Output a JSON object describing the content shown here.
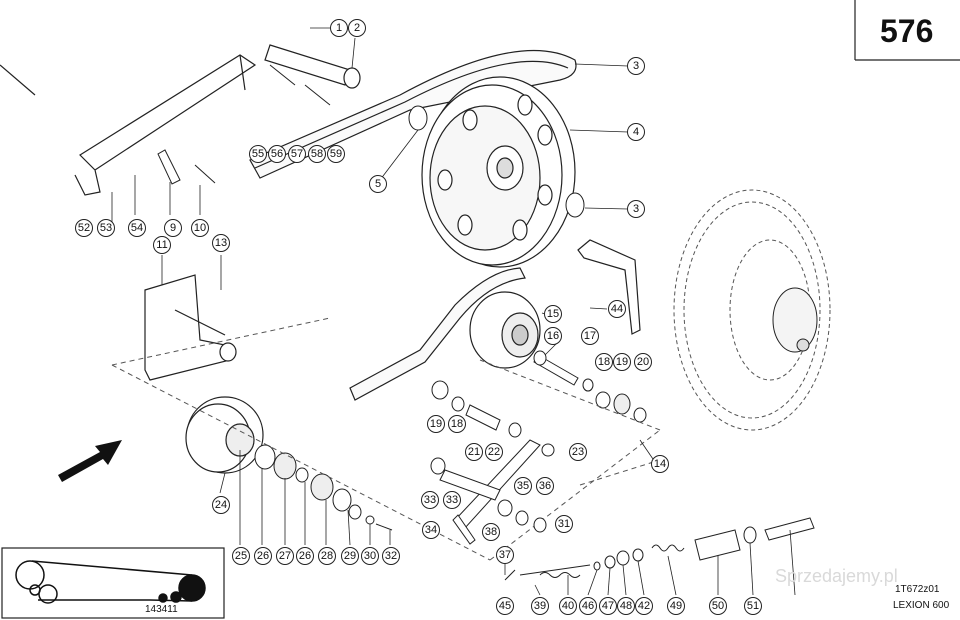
{
  "page_number": "576",
  "catalog_ref": "143411",
  "drawing_ref": "1T672z01",
  "model": "LEXION 600",
  "watermark": "Sprzedajemy.pl",
  "callouts": [
    "1",
    "2",
    "3",
    "4",
    "5",
    "3",
    "55",
    "56",
    "57",
    "58",
    "59",
    "52",
    "53",
    "54",
    "9",
    "10",
    "11",
    "13",
    "15",
    "16",
    "17",
    "18",
    "19",
    "20",
    "44",
    "19",
    "18",
    "21",
    "22",
    "23",
    "14",
    "24",
    "25",
    "26",
    "27",
    "26",
    "28",
    "29",
    "30",
    "32",
    "33",
    "33",
    "35",
    "36",
    "31",
    "34",
    "38",
    "37",
    "45",
    "39",
    "40",
    "46",
    "47",
    "48",
    "42",
    "49",
    "50",
    "51"
  ]
}
